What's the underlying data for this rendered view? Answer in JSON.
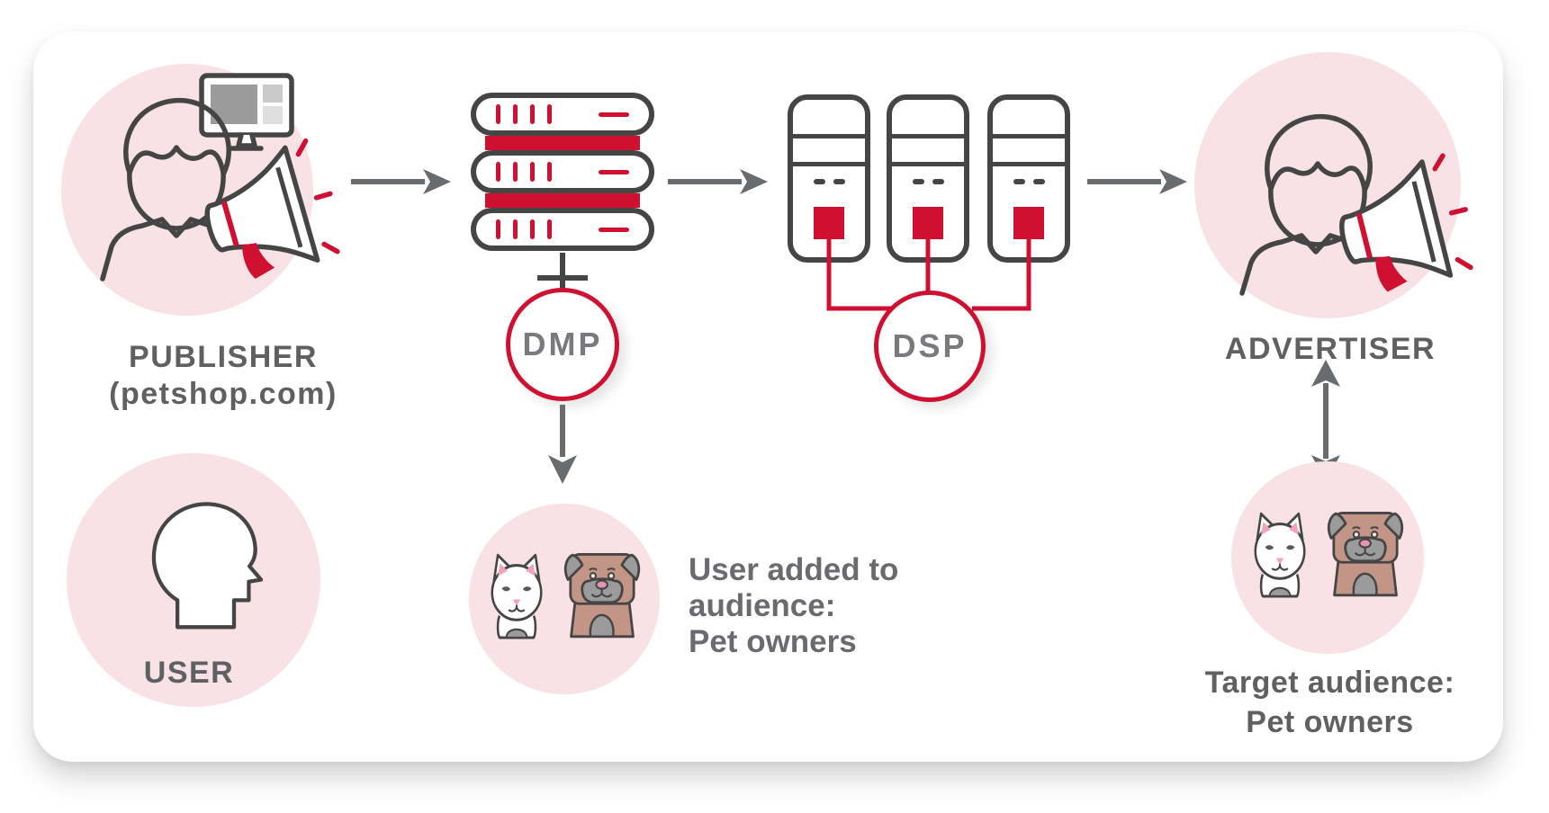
{
  "colors": {
    "red": "#D01031",
    "pink": "#F8E2E5",
    "outline": "#454545",
    "label": "#5F6062",
    "node-label": "#797A7D",
    "arrow": "#696C6E",
    "note": "#6A6B6E",
    "dog-brown": "#C39587",
    "pet-gray": "#9B9B9B",
    "pet-pink": "#F2A3BA"
  },
  "publisher": {
    "label": "PUBLISHER",
    "sublabel": "(petshop.com)",
    "icon": "person-with-megaphone-and-monitor-icon"
  },
  "user": {
    "label": "USER",
    "icon": "head-profile-icon"
  },
  "dmp": {
    "label": "DMP",
    "icon": "server-stack-icon",
    "server_units": 3
  },
  "dsp": {
    "label": "DSP",
    "icon": "server-towers-icon",
    "tower_count": 3
  },
  "advertiser": {
    "label": "ADVERTISER",
    "icon": "person-with-megaphone-icon"
  },
  "dmp_audience": {
    "lines": [
      "User added to",
      "audience:",
      "Pet owners"
    ],
    "icon": "cat-and-dog-icon"
  },
  "target_audience": {
    "lines": [
      "Target audience:",
      "Pet owners"
    ],
    "icon": "cat-and-dog-icon"
  }
}
